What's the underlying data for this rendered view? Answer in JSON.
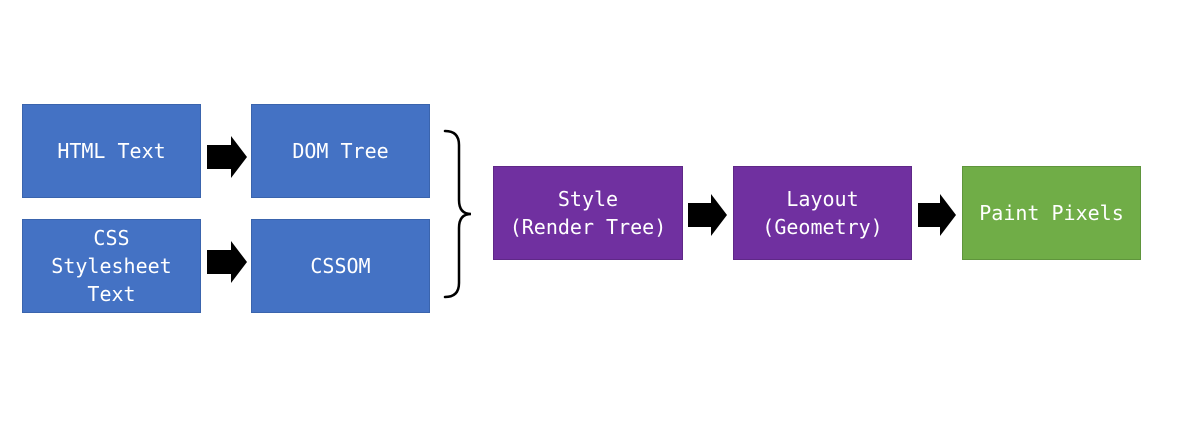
{
  "diagram": {
    "nodes": {
      "html_text": {
        "label": "HTML Text",
        "color": "#4472c4"
      },
      "dom_tree": {
        "label": "DOM Tree",
        "color": "#4472c4"
      },
      "css_text": {
        "label": "CSS\nStylesheet\nText",
        "color": "#4472c4"
      },
      "cssom": {
        "label": "CSSOM",
        "color": "#4472c4"
      },
      "style": {
        "label": "Style\n(Render Tree)",
        "color": "#7030a0"
      },
      "layout": {
        "label": "Layout\n(Geometry)",
        "color": "#7030a0"
      },
      "paint": {
        "label": "Paint Pixels",
        "color": "#70ad47"
      }
    },
    "edges": [
      {
        "from": "html_text",
        "to": "dom_tree"
      },
      {
        "from": "css_text",
        "to": "cssom"
      },
      {
        "from": "dom_tree",
        "to": "style"
      },
      {
        "from": "cssom",
        "to": "style"
      },
      {
        "from": "style",
        "to": "layout"
      },
      {
        "from": "layout",
        "to": "paint"
      }
    ],
    "arrow_color": "#000000",
    "brace_color": "#000000"
  }
}
